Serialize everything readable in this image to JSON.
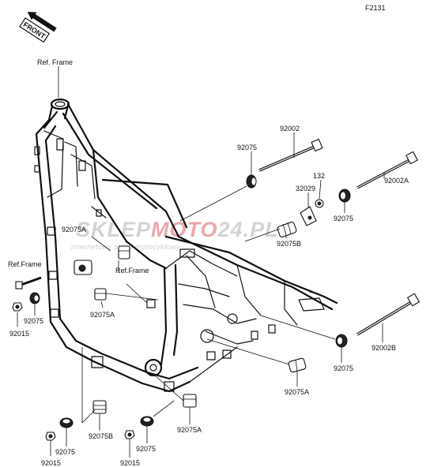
{
  "diagram": {
    "code": "F2131",
    "front_tag": "FRONT",
    "watermark": {
      "brand_prefix": "SKLEP",
      "brand_accent": "MOTO",
      "brand_suffix": "24.PL",
      "tagline": "internetowy sklep motocyklowy",
      "colors": {
        "gray": "#cfcfcf",
        "red": "#e8a0a0"
      }
    },
    "labels": {
      "ref_frame_top": "Ref. Frame",
      "ref_frame_left": "Ref.Frame",
      "ref_frame_mid": "Ref.Frame",
      "p92002": "92002",
      "p92075_top": "92075",
      "p132": "132",
      "p32029": "32029",
      "p92002A": "92002A",
      "p92075_right_top": "92075",
      "p92075B_right": "92075B",
      "p92075A_upper": "92075A",
      "p92075_left": "92075",
      "p92015_left": "92015",
      "p92075A_left": "92075A",
      "p92002B": "92002B",
      "p92075_right_low": "92075",
      "p92075A_right_low": "92075A",
      "p92075B_bottom": "92075B",
      "p92075_bottom_left": "92075",
      "p92015_bottom_left": "92015",
      "p92075A_bottom": "92075A",
      "p92075_bottom_mid": "92075",
      "p92015_bottom_mid": "92015"
    }
  }
}
